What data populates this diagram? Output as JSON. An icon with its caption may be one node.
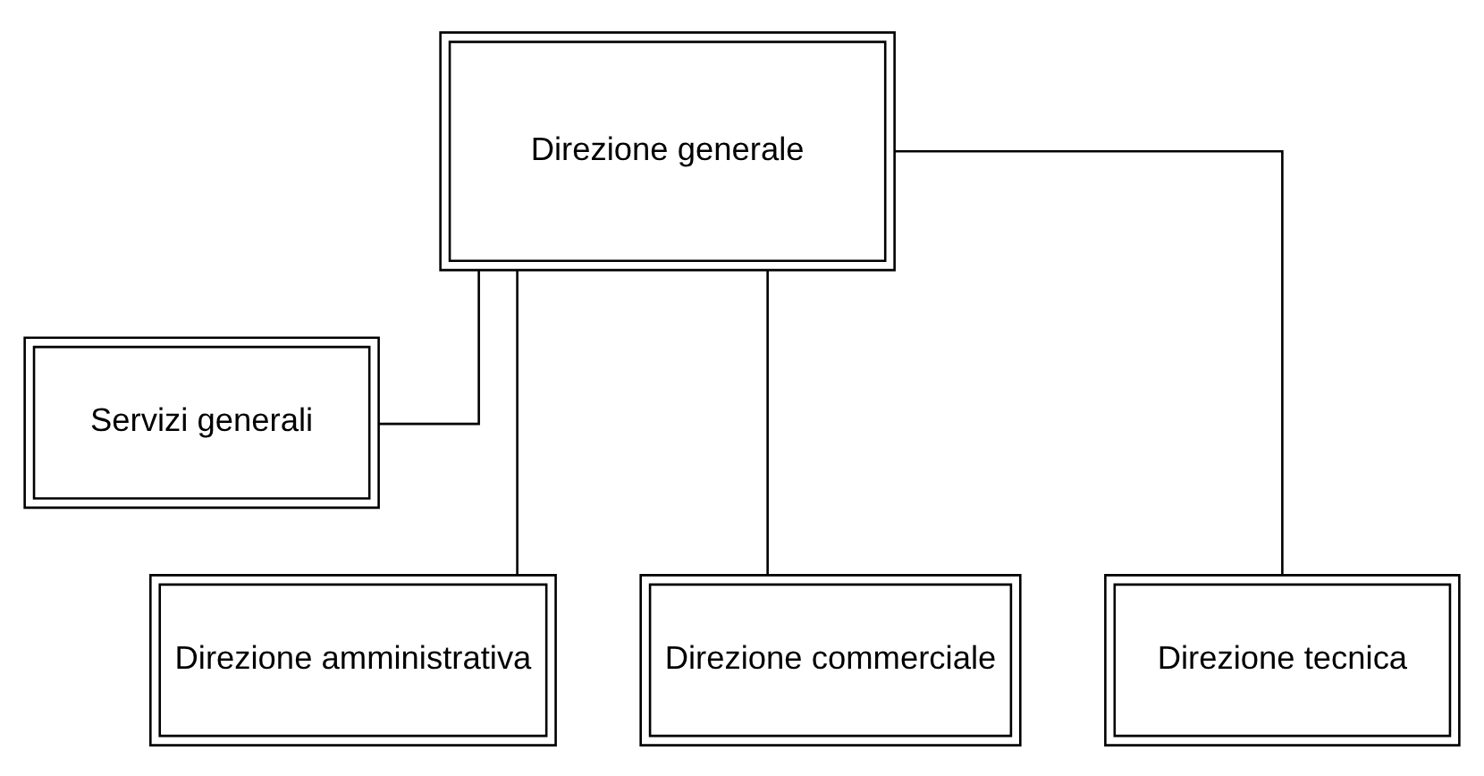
{
  "diagram": {
    "nodes": [
      {
        "text": [
          "Direzione generale"
        ]
      },
      {
        "text": [
          "Servizi generali"
        ]
      },
      {
        "text": [
          "Direzione amministrativa"
        ]
      },
      {
        "text": [
          "Direzione commerciale"
        ]
      },
      {
        "text": [
          "Direzione tecnica"
        ]
      }
    ],
    "edges": [
      {
        "from": 0,
        "to": 1,
        "arrow": "none"
      },
      {
        "from": 0,
        "to": 2,
        "arrow": "none"
      },
      {
        "from": 0,
        "to": 3,
        "arrow": "none"
      },
      {
        "from": 0,
        "to": 4,
        "arrow": "none"
      }
    ]
  }
}
